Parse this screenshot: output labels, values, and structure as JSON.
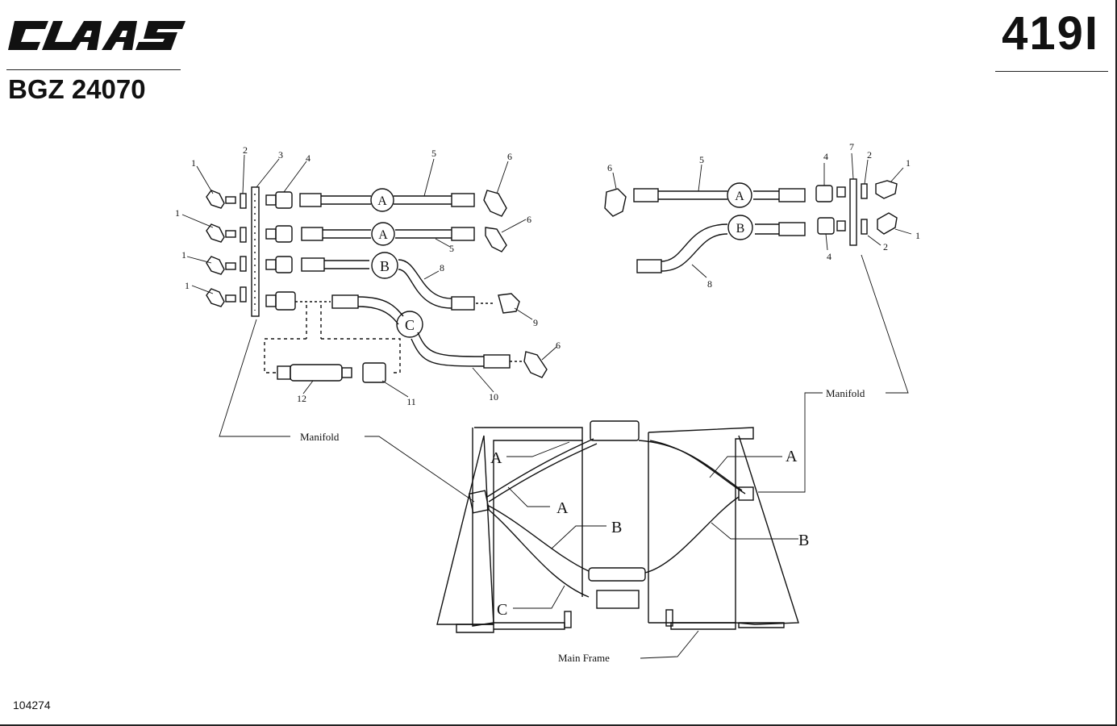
{
  "header": {
    "brand": "CLAAS",
    "page_number": "419I",
    "document_code": "BGZ 24070"
  },
  "footer": {
    "drawing_number": "104274"
  },
  "diagram": {
    "circle_labels": {
      "a": "A",
      "b": "B",
      "c": "C"
    },
    "part_numbers": [
      "1",
      "2",
      "3",
      "4",
      "5",
      "6",
      "7",
      "8",
      "9",
      "10",
      "11",
      "12"
    ],
    "callouts": {
      "manifold": "Manifold",
      "main_frame": "Main Frame",
      "hose_a": "A",
      "hose_b": "B",
      "hose_c": "C"
    }
  }
}
